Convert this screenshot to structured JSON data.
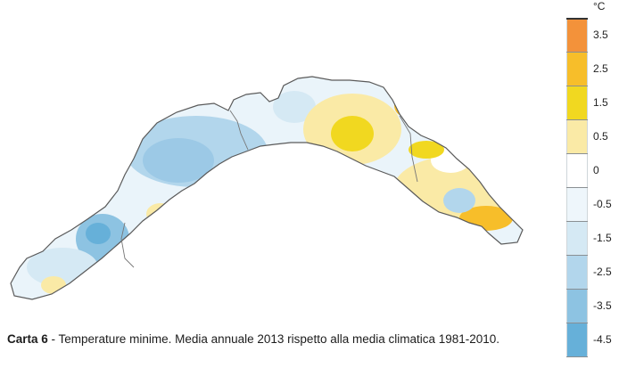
{
  "legend": {
    "unit": "°C",
    "labels": [
      "3.5",
      "2.5",
      "1.5",
      "0.5",
      "0",
      "-0.5",
      "-1.5",
      "-2.5",
      "-3.5",
      "-4.5"
    ],
    "bands": [
      {
        "from": 3.5,
        "to": 4.5,
        "color": "#f3923a"
      },
      {
        "from": 2.5,
        "to": 3.5,
        "color": "#f7be2a"
      },
      {
        "from": 1.5,
        "to": 2.5,
        "color": "#f1d820"
      },
      {
        "from": 0.5,
        "to": 1.5,
        "color": "#faeaa6"
      },
      {
        "from": 0.0,
        "to": 0.5,
        "color": "#ffffff"
      },
      {
        "from": -0.5,
        "to": 0.0,
        "color": "#eef6fb"
      },
      {
        "from": -1.5,
        "to": -0.5,
        "color": "#d5e9f4"
      },
      {
        "from": -2.5,
        "to": -1.5,
        "color": "#b2d6ec"
      },
      {
        "from": -3.5,
        "to": -2.5,
        "color": "#8dc3e2"
      },
      {
        "from": -4.5,
        "to": -3.5,
        "color": "#66b0d9"
      }
    ]
  },
  "caption": {
    "label": "Carta 6",
    "text": " - Temperature minime. Media annuale 2013 rispetto alla media climatica 1981-2010."
  },
  "colors": {
    "coast": "#5a5a5a",
    "border": "#777777",
    "land_base": "#eaf4fa"
  }
}
